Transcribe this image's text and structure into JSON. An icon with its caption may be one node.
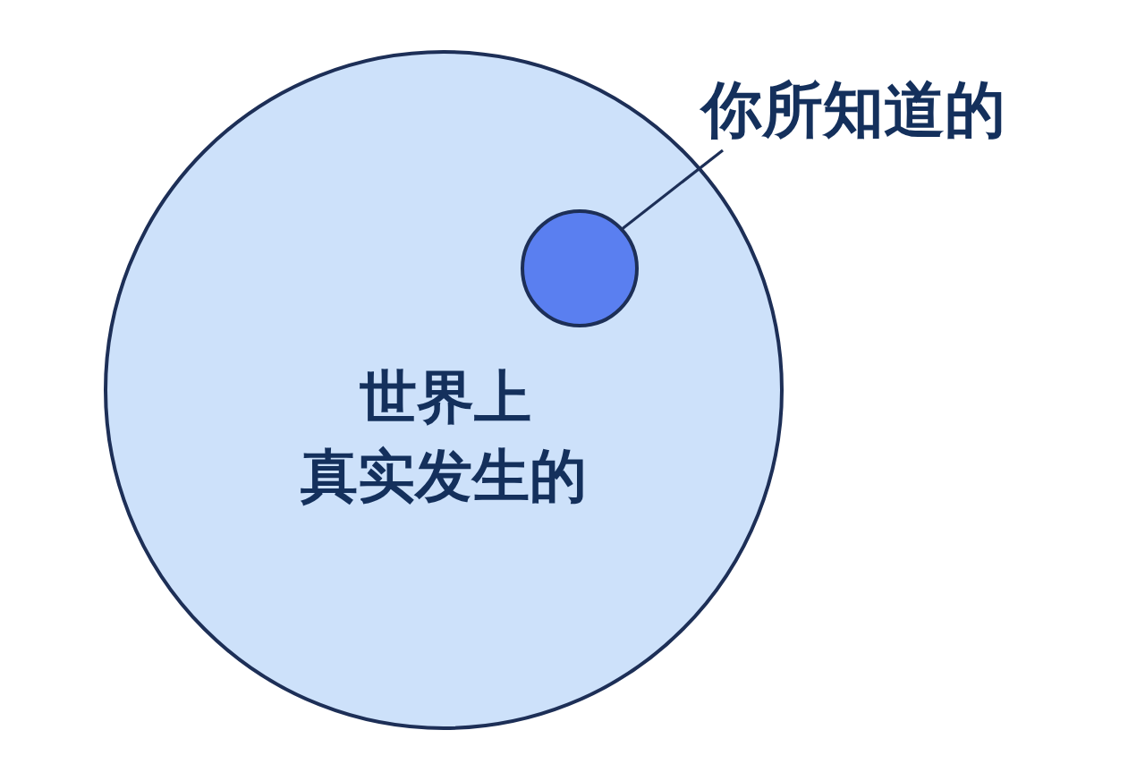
{
  "diagram": {
    "nodes": [
      {
        "text": [
          "世界上真实发生的"
        ]
      },
      {
        "text": [],
        "shape": "circle",
        "in": 0
      },
      {
        "text": [
          "你所知道的"
        ]
      }
    ],
    "edges": [
      {
        "from": 2,
        "to": 1,
        "arrow": "none"
      }
    ]
  }
}
